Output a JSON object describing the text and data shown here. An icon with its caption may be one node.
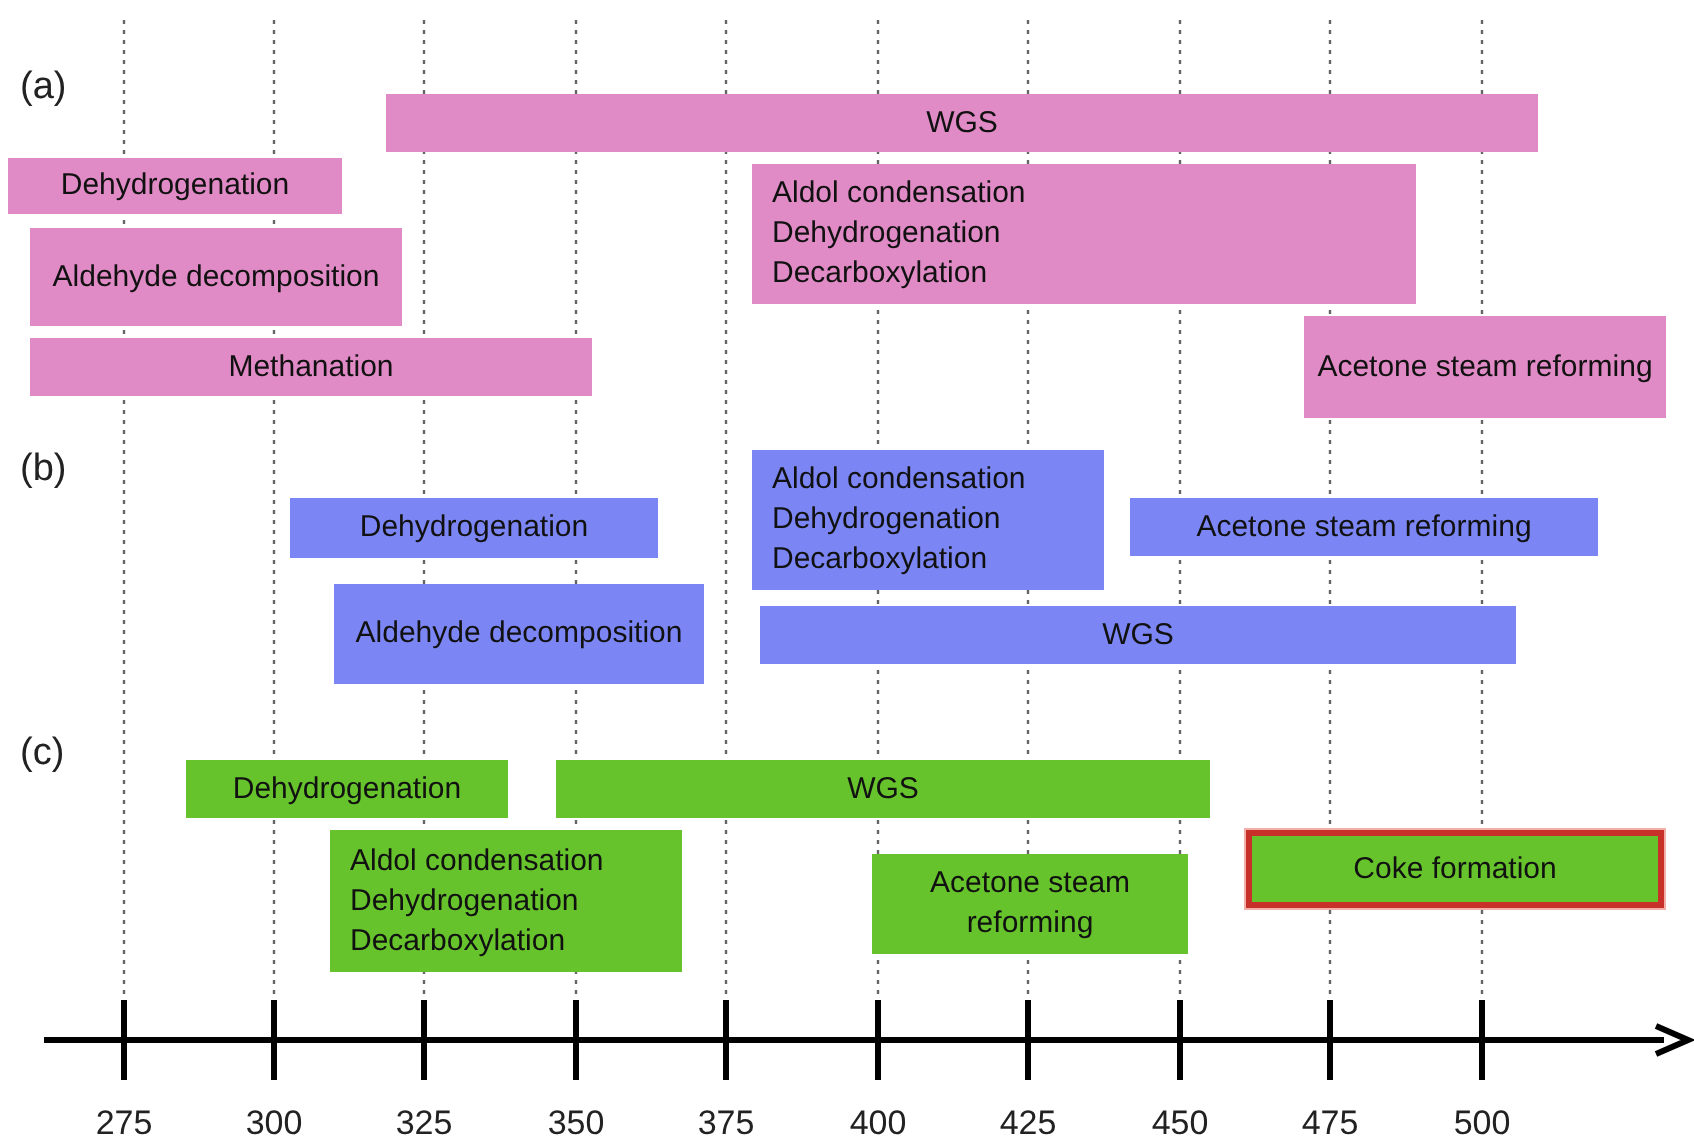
{
  "diagram": {
    "nodes": [
      {
        "text": [
          "WGS"
        ]
      },
      {
        "text": [
          "Dehydrogenation"
        ]
      },
      {
        "text": [
          "Aldol condensation",
          "Dehydrogenation",
          "Decarboxylation"
        ]
      },
      {
        "text": [
          "Aldehyde decomposition"
        ]
      },
      {
        "text": [
          "Methanation"
        ]
      },
      {
        "text": [
          "Acetone steam reforming"
        ]
      },
      {
        "text": [
          "Dehydrogenation"
        ]
      },
      {
        "text": [
          "Aldol condensation",
          "Dehydrogenation",
          "Decarboxylation"
        ]
      },
      {
        "text": [
          "Acetone steam reforming"
        ]
      },
      {
        "text": [
          "Aldehyde decomposition"
        ]
      },
      {
        "text": [
          "WGS"
        ]
      },
      {
        "text": [
          "Dehydrogenation"
        ]
      },
      {
        "text": [
          "WGS"
        ]
      },
      {
        "text": [
          "Aldol condensation",
          "Dehydrogenation",
          "Decarboxylation"
        ]
      },
      {
        "text": [
          "Acetone steam reforming"
        ]
      },
      {
        "text": [
          "Coke formation"
        ]
      }
    ],
    "labels": [
      "(a)",
      "(b)",
      "(c)",
      "275",
      "300",
      "325",
      "350",
      "375",
      "400",
      "425",
      "450",
      "475",
      "500"
    ]
  }
}
